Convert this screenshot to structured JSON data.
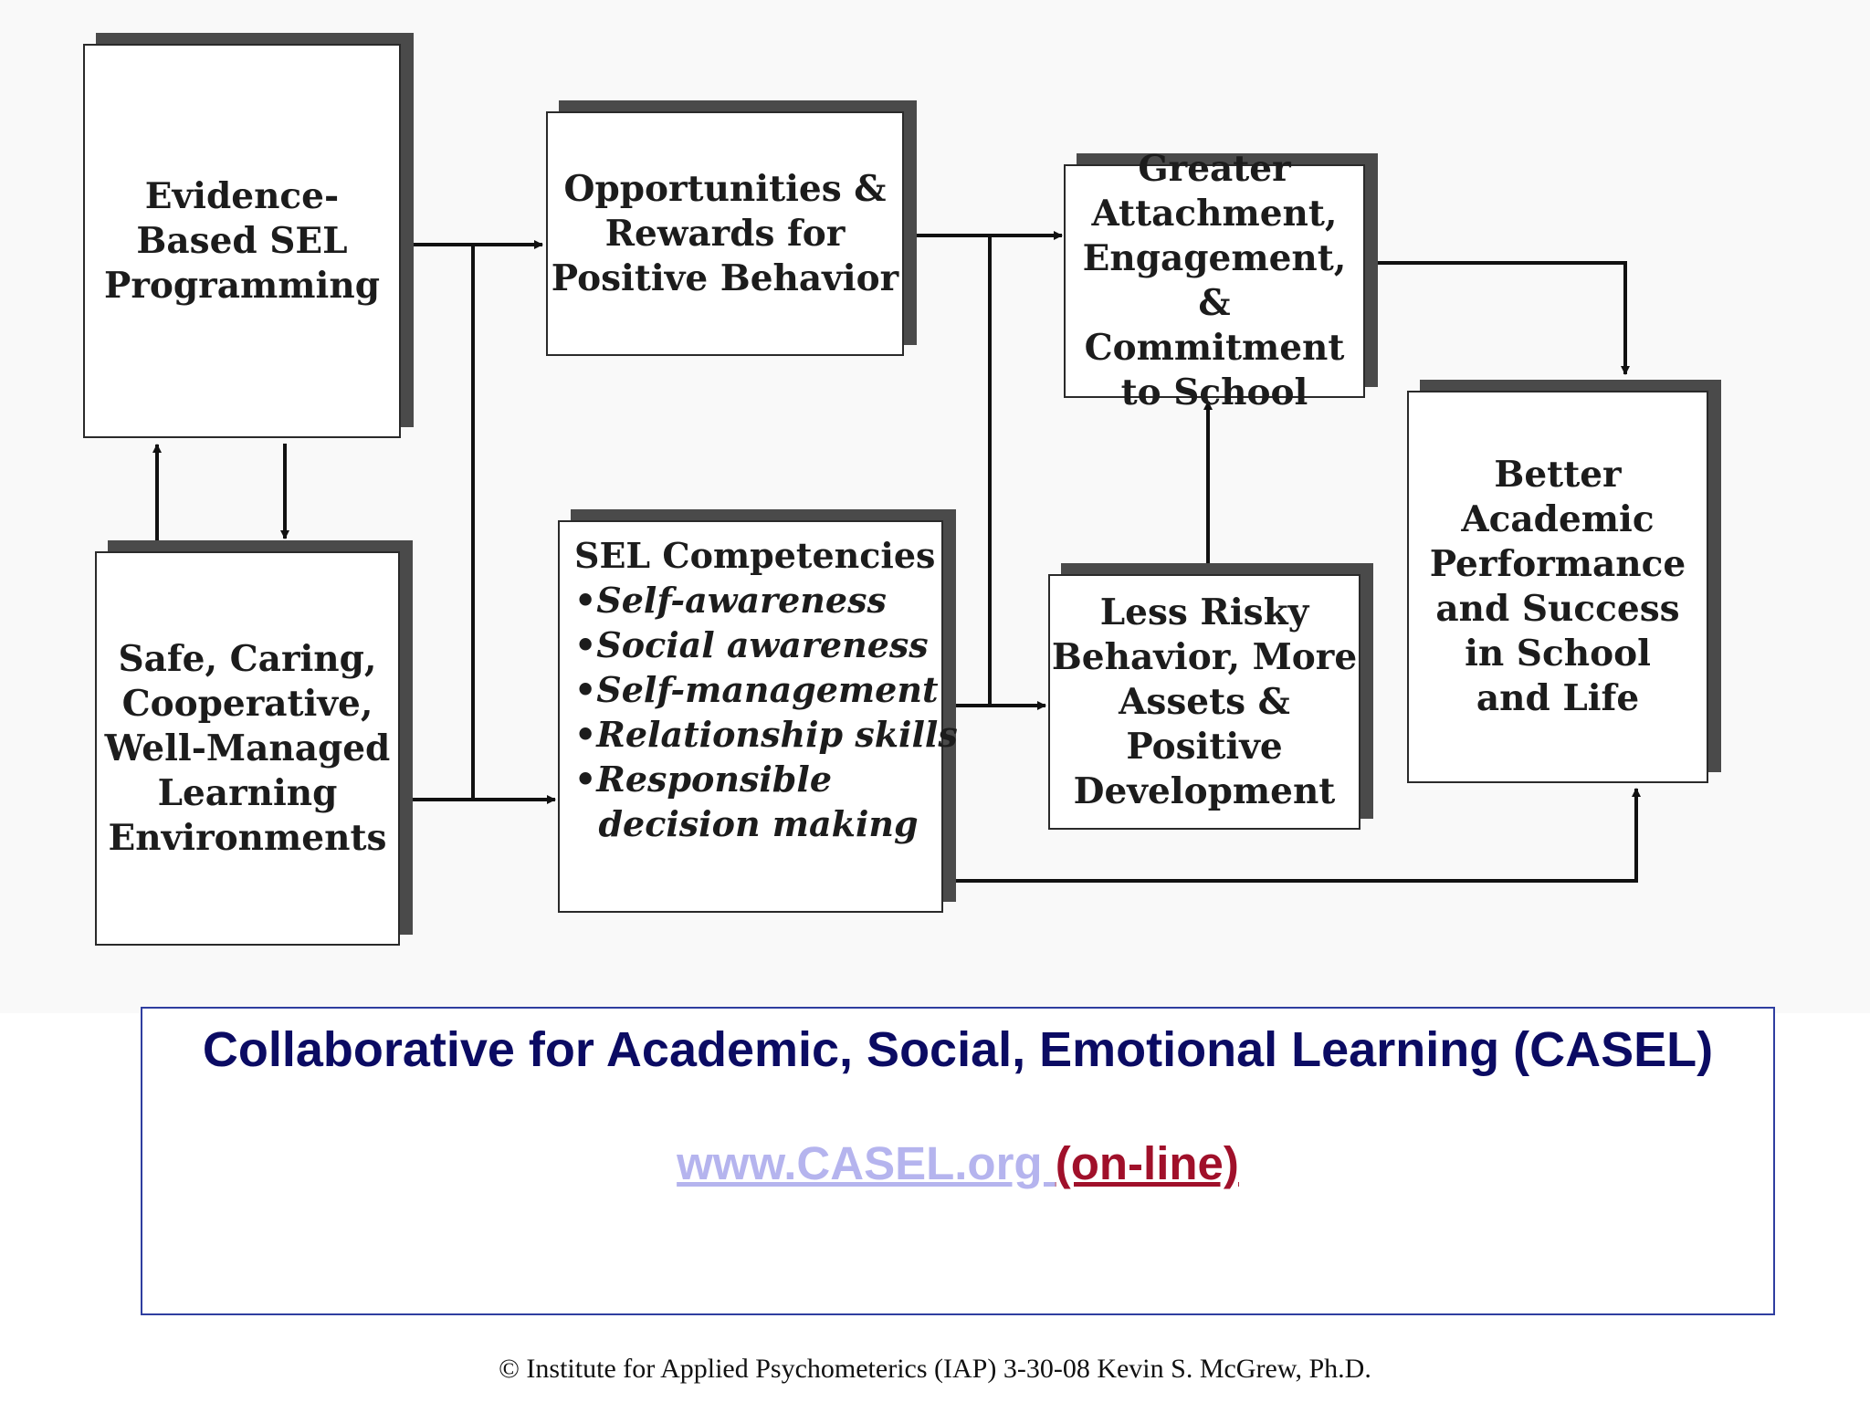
{
  "boxes": {
    "evidence_based": "Evidence-\nBased SEL\nProgramming",
    "safe_environments": "Safe, Caring,\nCooperative,\nWell-Managed\nLearning\nEnvironments",
    "opportunities": "Opportunities &\nRewards for\nPositive Behavior",
    "sel_competencies": {
      "heading": "SEL Competencies",
      "items": [
        "•Self-awareness",
        "•Social awareness",
        "•Self-management",
        "•Relationship skills",
        "•Responsible\n  decision making"
      ]
    },
    "greater_attachment": "Greater\nAttachment,\nEngagement, &\nCommitment\nto School",
    "less_risky": "Less Risky\nBehavior, More\nAssets &\nPositive\nDevelopment",
    "better_academic": "Better\nAcademic\nPerformance\nand Success\nin School\nand Life"
  },
  "casel": {
    "title": "Collaborative for Academic, Social, Emotional Learning (CASEL)",
    "url": "www.CASEL.org ",
    "online": "(on-line)"
  },
  "footer": "© Institute for Applied Psychometerics (IAP)  3-30-08    Kevin S. McGrew, Ph.D.",
  "colors": {
    "line": "#111111",
    "box_shadow": "#4a4a4a",
    "title_text": "#0b0b63",
    "link_text": "#b5b4ee",
    "online_text": "#a0102a",
    "panel_border": "#2f3ea0"
  }
}
